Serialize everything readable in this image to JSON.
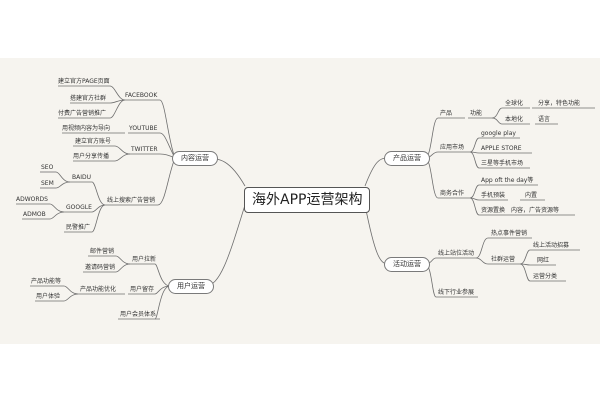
{
  "central": "海外APP运营架构",
  "branches": {
    "content": {
      "label": "内容运营",
      "facebook": "FACEBOOK",
      "facebook_items": [
        "建立官方PAGE页面",
        "搭建官方社群",
        "付费广告营销推广"
      ],
      "youtube": "YOUTUBE",
      "youtube_items": [
        "用视频内容为导向"
      ],
      "twitter": "TWITTER",
      "twitter_items": [
        "建立官方账号",
        "用户分享传播"
      ],
      "ads": "线上搜索广告营销",
      "baidu": "BAIDU",
      "baidu_items": [
        "SEO",
        "SEM"
      ],
      "google": "GOOGLE",
      "google_items": [
        "ADWORDS",
        "ADMOB"
      ],
      "ads_items": [
        "民警推广"
      ]
    },
    "user": {
      "label": "用户运营",
      "pull": "用户拉新",
      "pull_items": [
        "邮件营销",
        "邀请码营销"
      ],
      "retain": "用户留存",
      "retain_sub": "产品功能优化",
      "retain_sub_items": [
        "产品功能等",
        "用户体验"
      ],
      "vip": "用户会员体系"
    },
    "product": {
      "label": "产品运营",
      "product": "产品",
      "function": "功能",
      "globalize": "全球化",
      "globalize_detail": "分享，特色功能",
      "localize": "本地化",
      "localize_detail": "语言",
      "market": "应用市场",
      "market_items": [
        "google play",
        "APPLE STORE",
        "三星等手机市场"
      ],
      "biz": "商务合作",
      "biz_items": [
        "App oft the day等",
        "手机预装",
        "资源置换"
      ],
      "preinstall_detail": "内置",
      "swap_detail": "内容，广告资源等"
    },
    "activity": {
      "label": "活动运营",
      "online": "线上站位活动",
      "hot": "热点事件营销",
      "social": "社群运营",
      "social_items": [
        "线上活动招募",
        "网红",
        "运营分类"
      ],
      "offline": "线下行业参展"
    }
  }
}
